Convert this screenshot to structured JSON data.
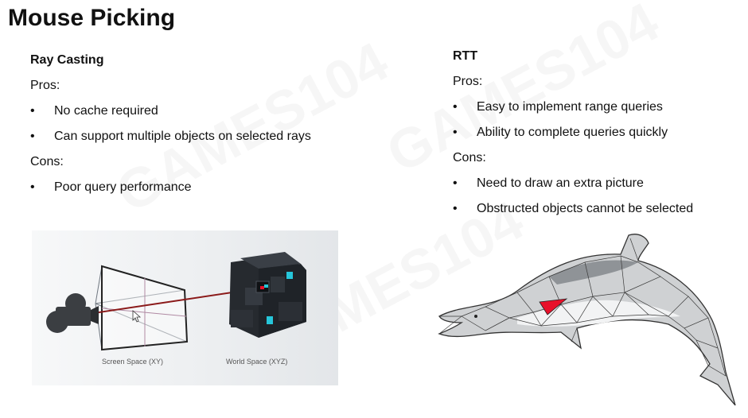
{
  "title": "Mouse Picking",
  "left": {
    "heading": "Ray Casting",
    "pros_label": "Pros:",
    "pros": [
      "No cache required",
      "Can support multiple objects on selected rays"
    ],
    "cons_label": "Cons:",
    "cons": [
      "Poor query performance"
    ],
    "figure": {
      "screen_caption": "Screen Space (XY)",
      "world_caption": "World Space (XYZ)"
    }
  },
  "right": {
    "heading": "RTT",
    "pros_label": "Pros:",
    "pros": [
      "Easy to implement range queries",
      "Ability to complete queries quickly"
    ],
    "cons_label": "Cons:",
    "cons": [
      "Need to draw an extra picture",
      "Obstructed objects cannot be selected"
    ]
  },
  "watermark": "GAMES104",
  "colors": {
    "ray": "#8b1a1a",
    "highlight": "#e8102a",
    "accent": "#26c6da"
  }
}
